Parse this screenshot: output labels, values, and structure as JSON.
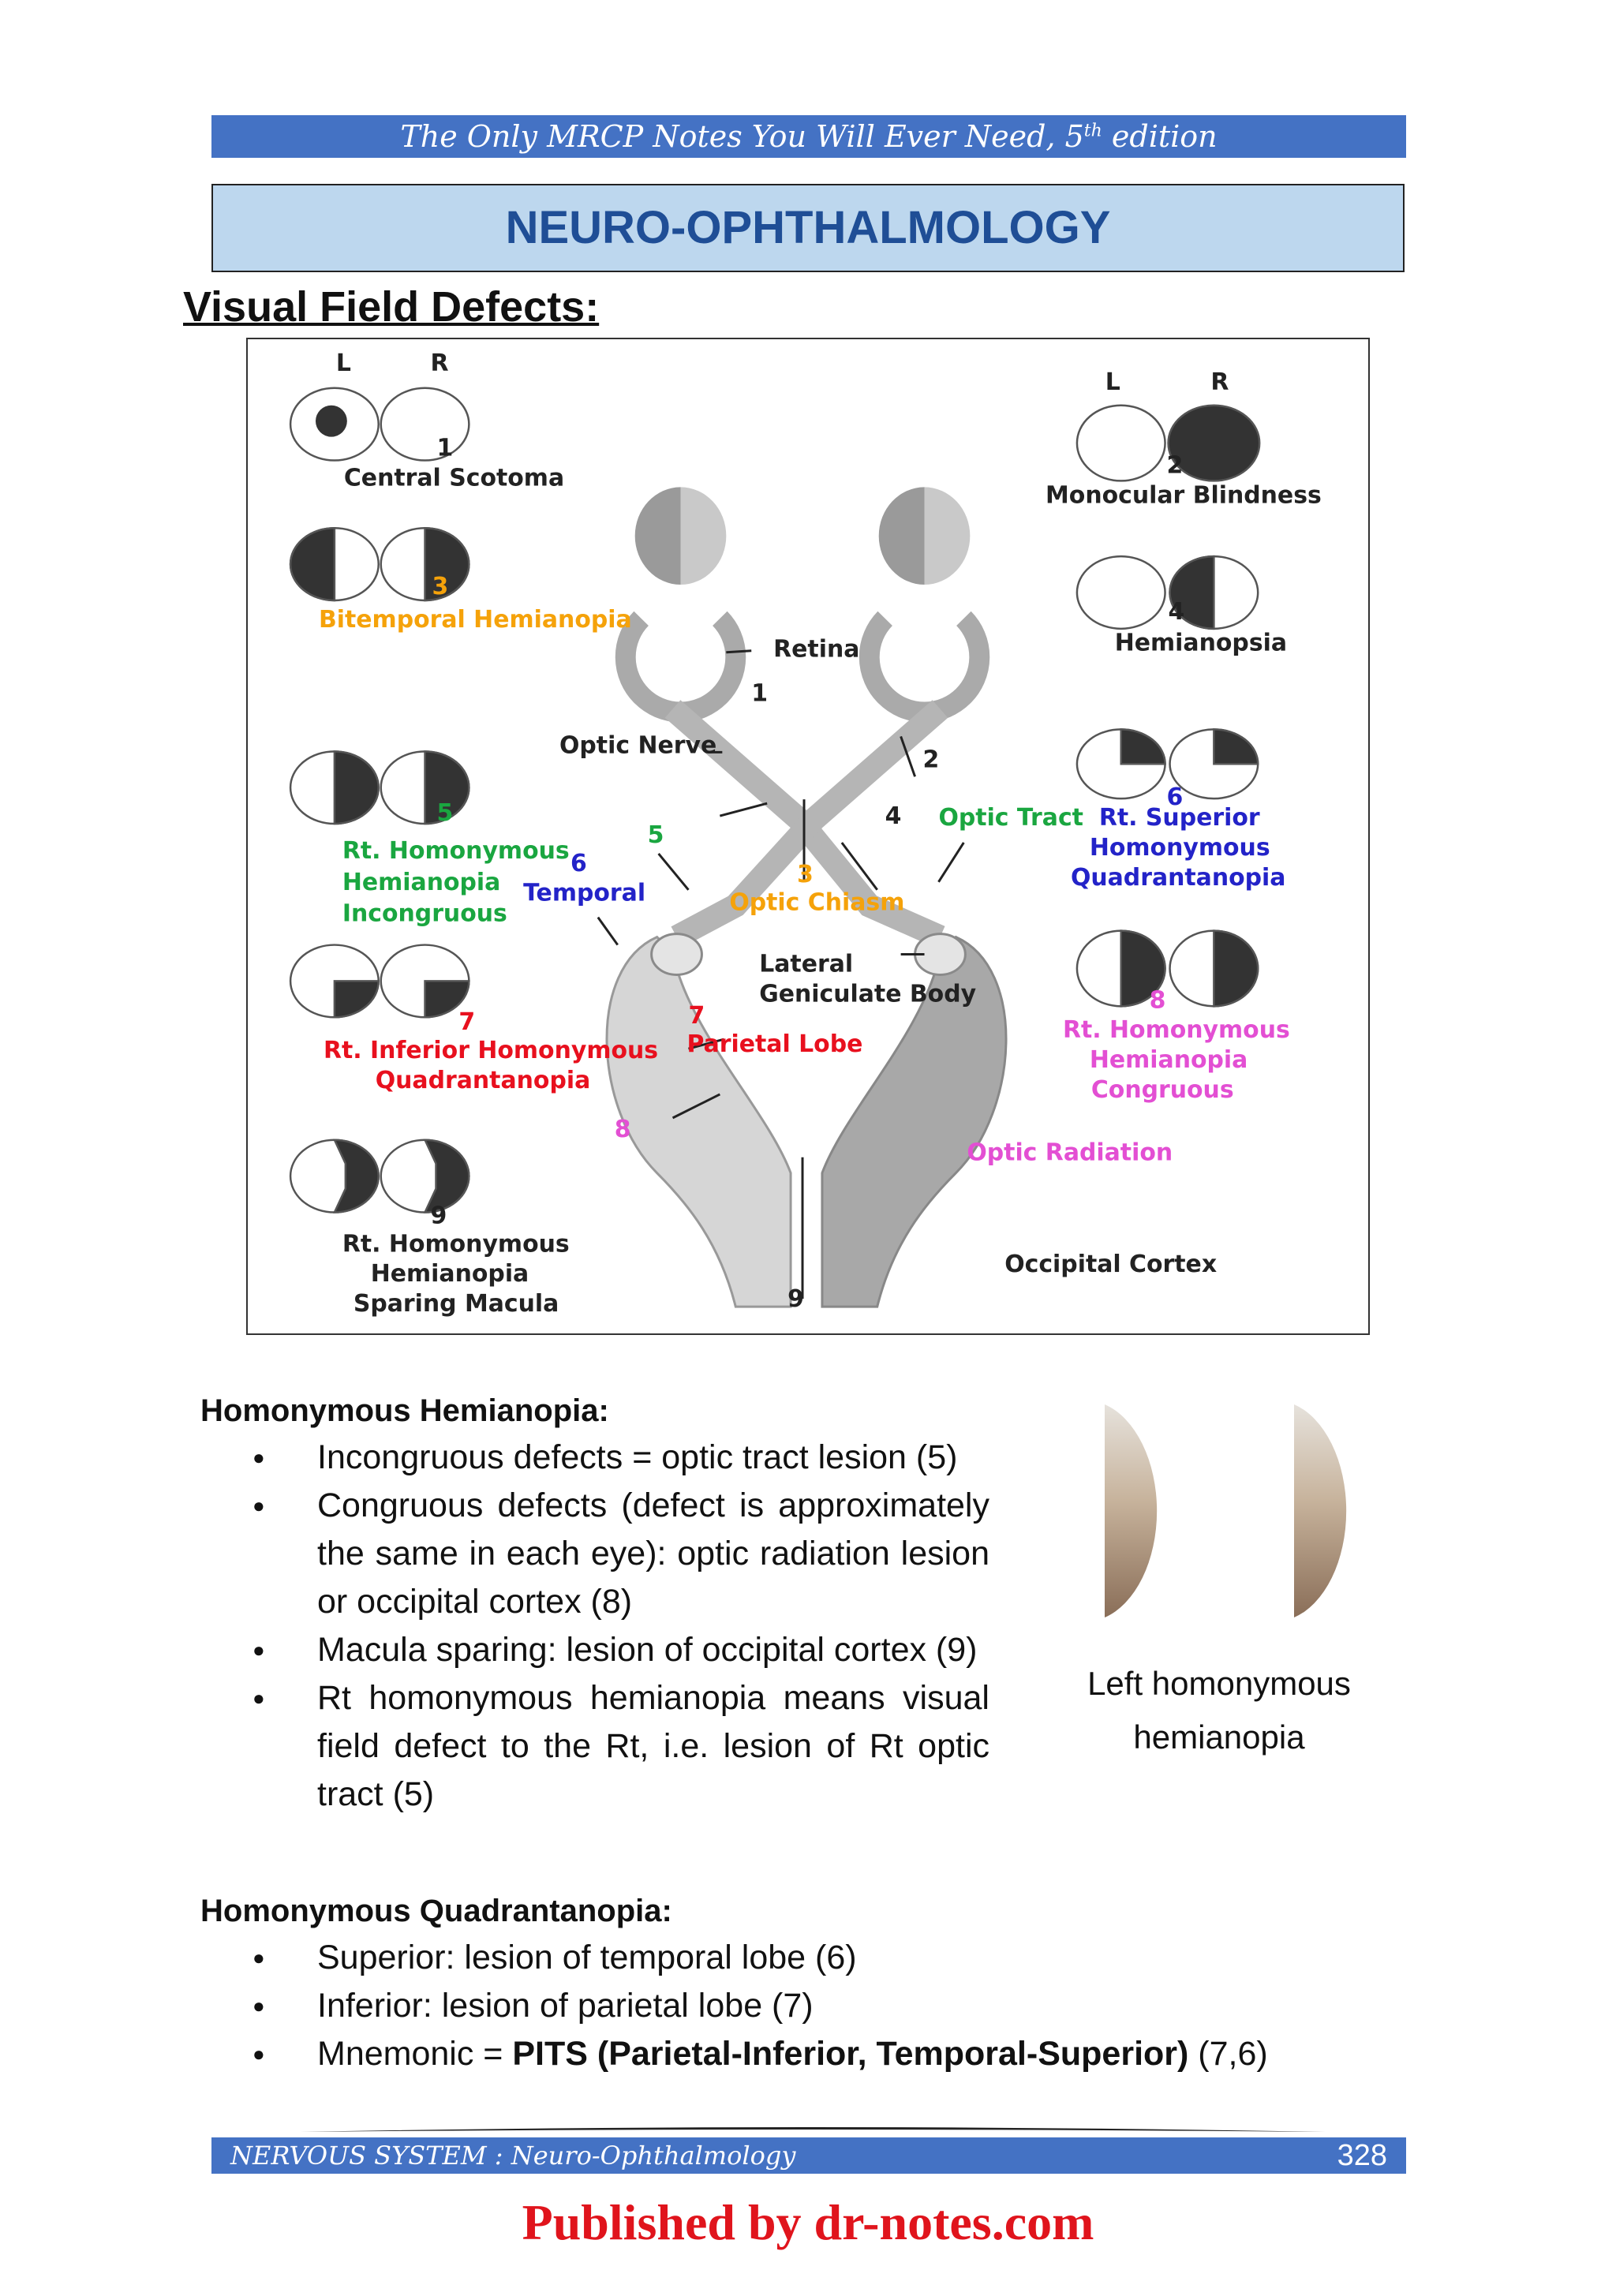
{
  "header": {
    "banner_text": "The Only MRCP Notes You Will Ever Need, 5",
    "banner_sup": "th",
    "banner_tail": " edition",
    "title": "NEURO-OPHTHALMOLOGY"
  },
  "section": {
    "heading": "Visual Field Defects:"
  },
  "diagram": {
    "eye_left": "L",
    "eye_right": "R",
    "labels": {
      "central_scotoma": "Central Scotoma",
      "monocular_blindness": "Monocular Blindness",
      "bitemporal": "Bitemporal Hemianopia",
      "hemianopsia": "Hemianopsia",
      "retina": "Retina",
      "optic_nerve": "Optic Nerve",
      "rt_homonymous_incongruous": [
        "Rt. Homonymous",
        "Hemianopia",
        "Incongruous"
      ],
      "temporal": "Temporal",
      "optic_tract": "Optic Tract",
      "optic_chiasm": "Optic Chiasm",
      "rt_superior": [
        "Rt. Superior",
        "Homonymous",
        "Quadrantanopia"
      ],
      "lateral_geniculate": [
        "Lateral",
        "Geniculate Body"
      ],
      "rt_inferior": [
        "Rt. Inferior Homonymous",
        "Quadrantanopia"
      ],
      "parietal_lobe": "Parietal Lobe",
      "rt_homonymous_congruous": [
        "Rt. Homonymous",
        "Hemianopia",
        "Congruous"
      ],
      "optic_radiation": "Optic Radiation",
      "rt_homonymous_sparing": [
        "Rt. Homonymous",
        "Hemianopia",
        "Sparing Macula"
      ],
      "occipital_cortex": "Occipital Cortex"
    },
    "numbers": [
      "1",
      "2",
      "3",
      "4",
      "5",
      "6",
      "7",
      "8",
      "9"
    ],
    "colors": {
      "orange": "#f5a20a",
      "green": "#1aa640",
      "blue": "#2323c8",
      "red": "#e8101e",
      "magenta": "#e34fd3",
      "black": "#222222"
    }
  },
  "homonymous_hemianopia": {
    "heading": "Homonymous Hemianopia:",
    "items": [
      "Incongruous defects = optic tract lesion (5)",
      "Congruous defects (defect is approximately the same in each eye): optic radiation lesion or occipital cortex (8)",
      "Macula sparing: lesion of occipital cortex (9)",
      "Rt homonymous hemianopia means visual field defect to the Rt, i.e. lesion of Rt optic tract (5)"
    ]
  },
  "photo": {
    "caption_line1": "Left homonymous",
    "caption_line2": "hemianopia"
  },
  "homonymous_quadrantanopia": {
    "heading": "Homonymous Quadrantanopia:",
    "items": [
      "Superior: lesion of temporal lobe (6)",
      "Inferior: lesion of parietal lobe (7)"
    ],
    "mnemonic_prefix": "Mnemonic = ",
    "mnemonic_bold": "PITS (Parietal-Inferior, Temporal-Superior)",
    "mnemonic_suffix": " (7,6)"
  },
  "footer": {
    "chapter": "NERVOUS SYSTEM :  Neuro-Ophthalmology",
    "page_number": "328",
    "publisher": "Published by dr-notes.com"
  }
}
